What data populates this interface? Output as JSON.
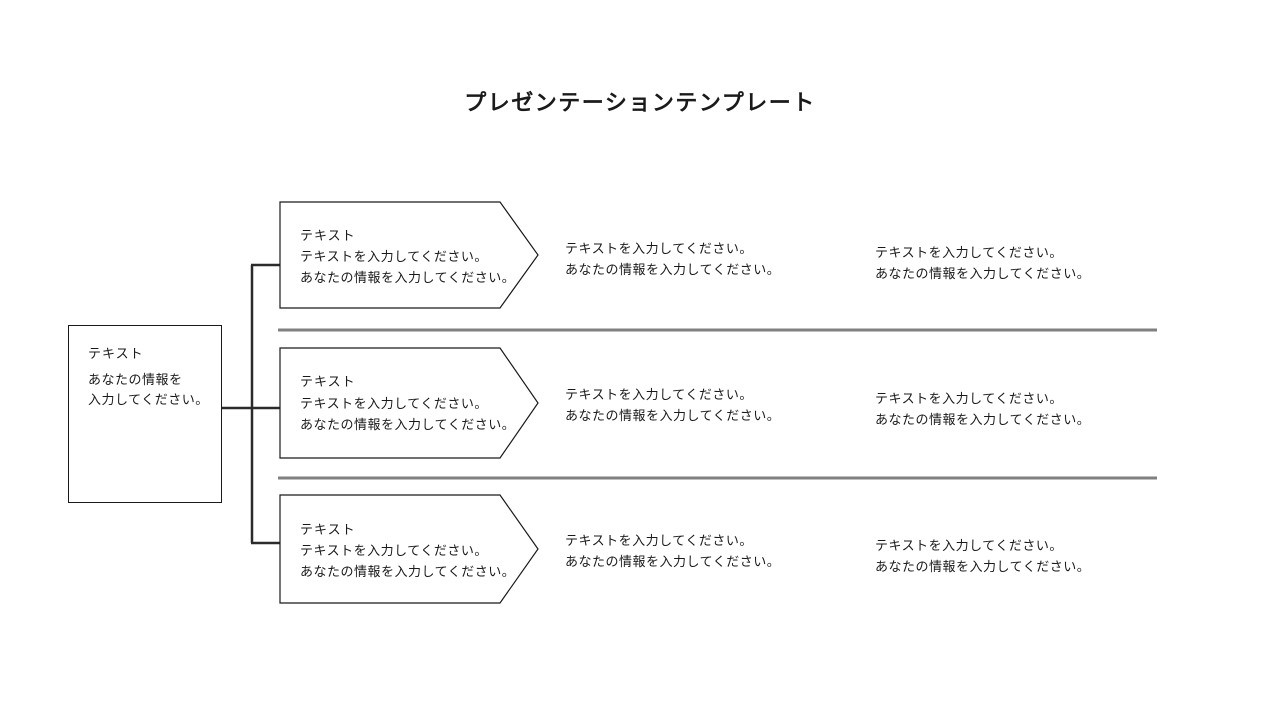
{
  "title": "プレゼンテーションテンプレート",
  "root_box": {
    "heading": "テキスト",
    "line1": "あなたの情報を",
    "line2": "入力してください。"
  },
  "rows": [
    {
      "arrow": {
        "heading": "テキスト",
        "line1": "テキストを入力してください。",
        "line2": "あなたの情報を入力してください。"
      },
      "middle": {
        "line1": "テキストを入力してください。",
        "line2": "あなたの情報を入力してください。"
      },
      "right": {
        "line1": "テキストを入力してください。",
        "line2": "あなたの情報を入力してください。"
      }
    },
    {
      "arrow": {
        "heading": "テキスト",
        "line1": "テキストを入力してください。",
        "line2": "あなたの情報を入力してください。"
      },
      "middle": {
        "line1": "テキストを入力してください。",
        "line2": "あなたの情報を入力してください。"
      },
      "right": {
        "line1": "テキストを入力してください。",
        "line2": "あなたの情報を入力してください。"
      }
    },
    {
      "arrow": {
        "heading": "テキスト",
        "line1": "テキストを入力してください。",
        "line2": "あなたの情報を入力してください。"
      },
      "middle": {
        "line1": "テキストを入力してください。",
        "line2": "あなたの情報を入力してください。"
      },
      "right": {
        "line1": "テキストを入力してください。",
        "line2": "あなたの情報を入力してください。"
      }
    }
  ],
  "colors": {
    "background": "#ffffff",
    "text": "#1a1a1a",
    "shape_border": "#1a1a1a",
    "connector_line": "#2b2b2b",
    "divider_line": "#808080"
  }
}
